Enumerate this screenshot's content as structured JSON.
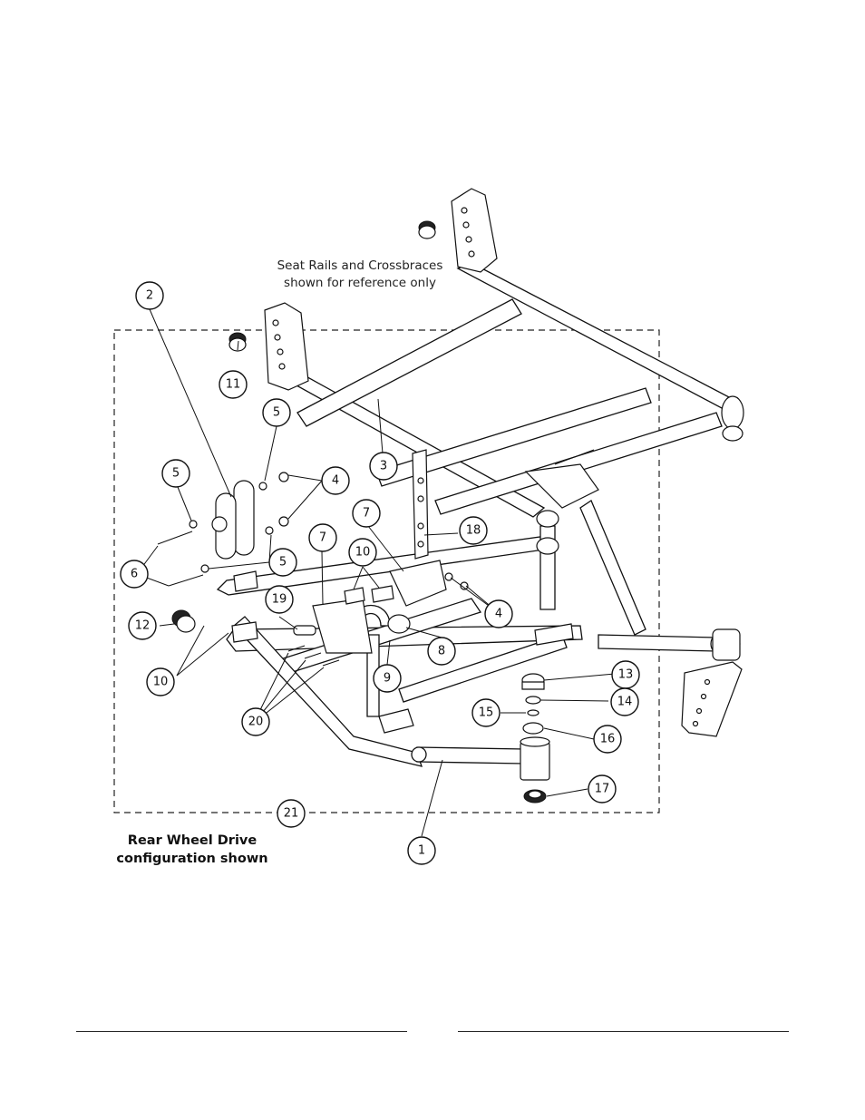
{
  "reference_note": [
    "Seat Rails and Crossbraces",
    "shown for reference only"
  ],
  "caption": [
    "Rear Wheel Drive",
    "configuration shown"
  ],
  "callouts": [
    {
      "id": "c1",
      "label": "1"
    },
    {
      "id": "c2",
      "label": "2"
    },
    {
      "id": "c3",
      "label": "3"
    },
    {
      "id": "c4a",
      "label": "4"
    },
    {
      "id": "c4b",
      "label": "4"
    },
    {
      "id": "c5a",
      "label": "5"
    },
    {
      "id": "c5b",
      "label": "5"
    },
    {
      "id": "c5c",
      "label": "5"
    },
    {
      "id": "c6",
      "label": "6"
    },
    {
      "id": "c7a",
      "label": "7"
    },
    {
      "id": "c7b",
      "label": "7"
    },
    {
      "id": "c8",
      "label": "8"
    },
    {
      "id": "c9",
      "label": "9"
    },
    {
      "id": "c10a",
      "label": "10"
    },
    {
      "id": "c10b",
      "label": "10"
    },
    {
      "id": "c11",
      "label": "11"
    },
    {
      "id": "c12",
      "label": "12"
    },
    {
      "id": "c13",
      "label": "13"
    },
    {
      "id": "c14",
      "label": "14"
    },
    {
      "id": "c15",
      "label": "15"
    },
    {
      "id": "c16",
      "label": "16"
    },
    {
      "id": "c17",
      "label": "17"
    },
    {
      "id": "c18",
      "label": "18"
    },
    {
      "id": "c19",
      "label": "19"
    },
    {
      "id": "c20",
      "label": "20"
    },
    {
      "id": "c21",
      "label": "21"
    }
  ]
}
